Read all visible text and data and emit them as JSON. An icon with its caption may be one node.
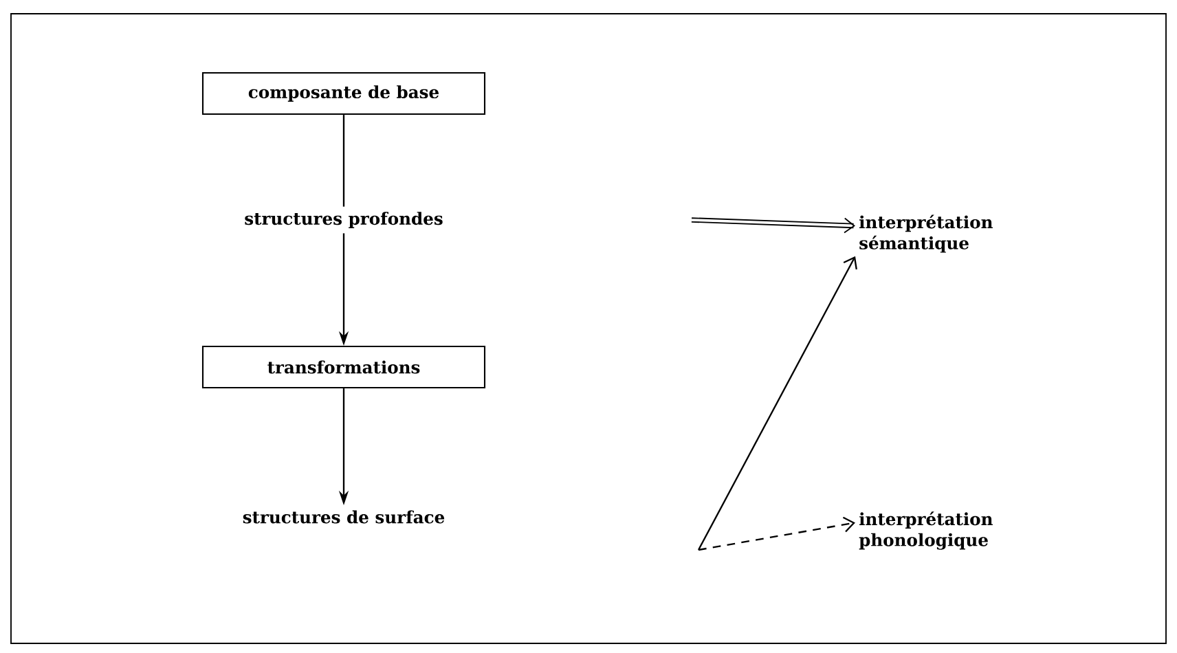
{
  "diagram": {
    "nodes": [
      {
        "text": [
          "composante de base"
        ]
      },
      {
        "text": [
          "structures profondes"
        ]
      },
      {
        "text": [
          "transformations"
        ]
      },
      {
        "text": [
          "structures de surface"
        ]
      },
      {
        "text": [
          "interprétation sémantique"
        ]
      },
      {
        "text": [
          "interprétation phonologique"
        ]
      }
    ],
    "edges": [
      {
        "from": 0,
        "to": 1,
        "arrow": "none"
      },
      {
        "from": 1,
        "to": 2,
        "arrow": "to"
      },
      {
        "from": 2,
        "to": 3,
        "arrow": "to"
      },
      {
        "from": null,
        "to": 4,
        "arrow": "to",
        "style": "thick"
      },
      {
        "from": null,
        "to": 4,
        "arrow": "to"
      },
      {
        "from": null,
        "to": 5,
        "arrow": "to",
        "style": "dashed"
      }
    ]
  }
}
